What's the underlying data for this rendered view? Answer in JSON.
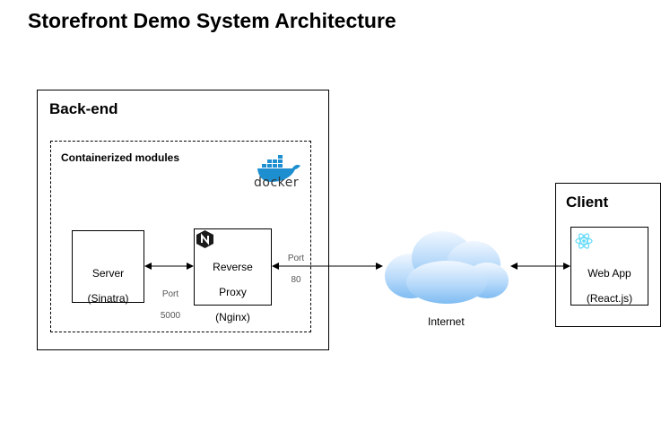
{
  "title": "Storefront Demo System Architecture",
  "backend": {
    "heading": "Back-end",
    "containerized_label": "Containerized modules",
    "docker_label": "docker",
    "server": {
      "line1": "Server",
      "line2": "(Sinatra)"
    },
    "proxy": {
      "line1": "Reverse",
      "line2": "Proxy",
      "line3": "(Nginx)"
    },
    "port_5000": {
      "label": "Port",
      "value": "5000"
    },
    "port_80": {
      "label": "Port",
      "value": "80"
    }
  },
  "internet_label": "Internet",
  "client": {
    "heading": "Client",
    "webapp": {
      "line1": "Web App",
      "line2": "(React.js)"
    }
  },
  "colors": {
    "docker_blue": "#1d8fd0",
    "cloud_blue": "#8cc4f4",
    "react_cyan": "#61dafb",
    "nginx_dark": "#1a1a1a"
  },
  "icons": [
    "docker-icon",
    "nginx-icon",
    "react-icon",
    "cloud-icon"
  ]
}
